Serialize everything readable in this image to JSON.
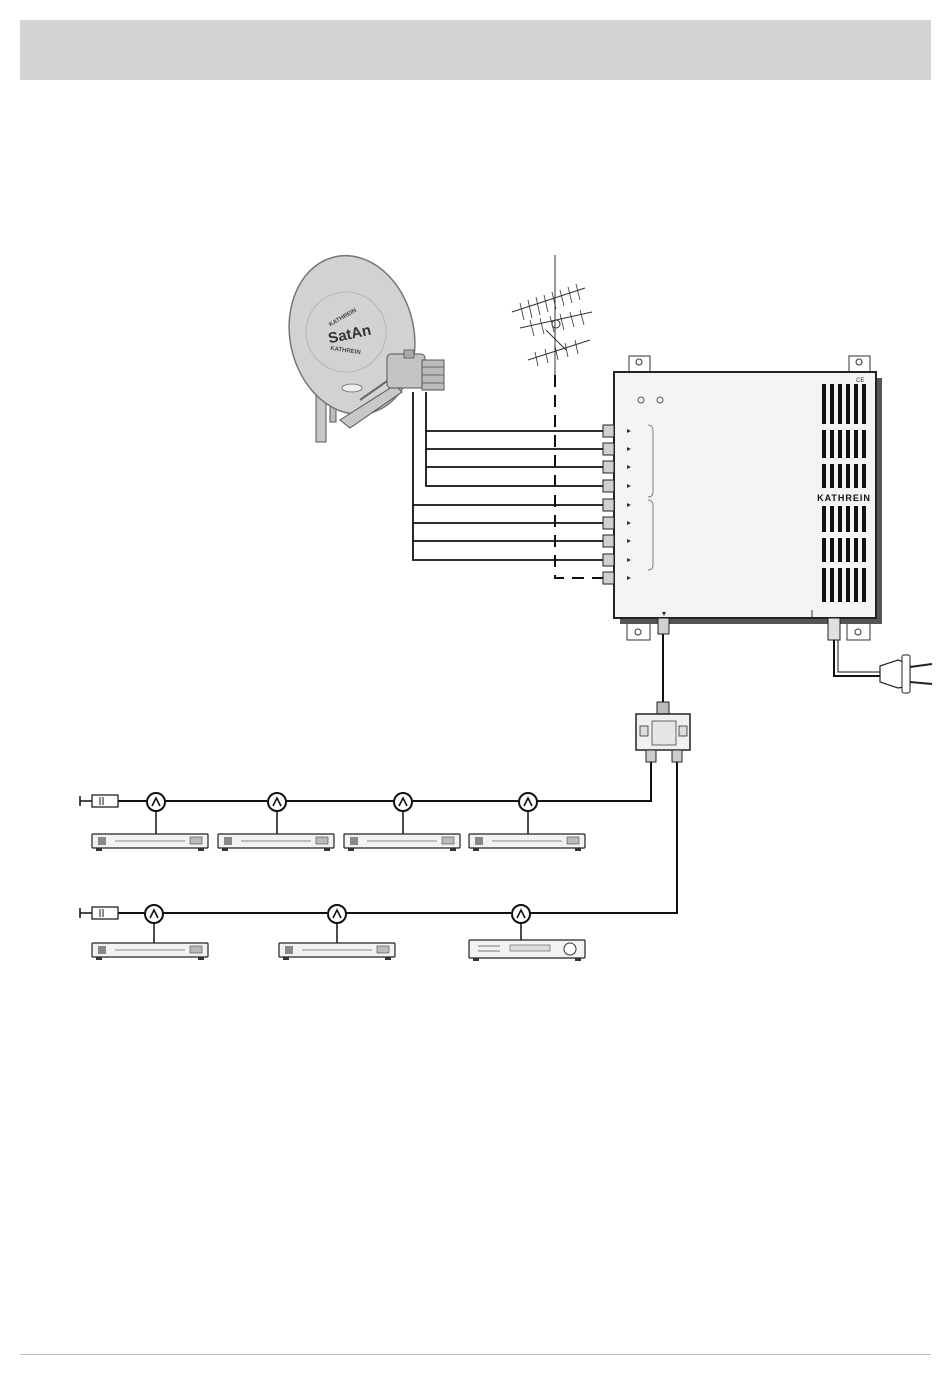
{
  "brand": {
    "dish_logo": "SatAn",
    "dish_ring_text_top": "KATHREIN",
    "dish_ring_text_bottom": "KATHREIN",
    "multiswitch_logo": "KATHREIN",
    "ce_mark": "CE"
  },
  "components": {
    "dish": "satellite-dish",
    "lnb": "quattro-lnb",
    "terrestrial_antenna": "terrestrial-antenna",
    "multiswitch": "multiswitch",
    "splitter": "splitter",
    "power_plug": "power-plug",
    "terminator": "terminating-resistor",
    "outlet": "tap-outlet",
    "receiver": "satellite-receiver",
    "hifi_receiver": "av-receiver"
  },
  "lines": {
    "upper_line_outlets": 4,
    "lower_line_outlets": 3,
    "multiswitch_inputs": 9
  }
}
